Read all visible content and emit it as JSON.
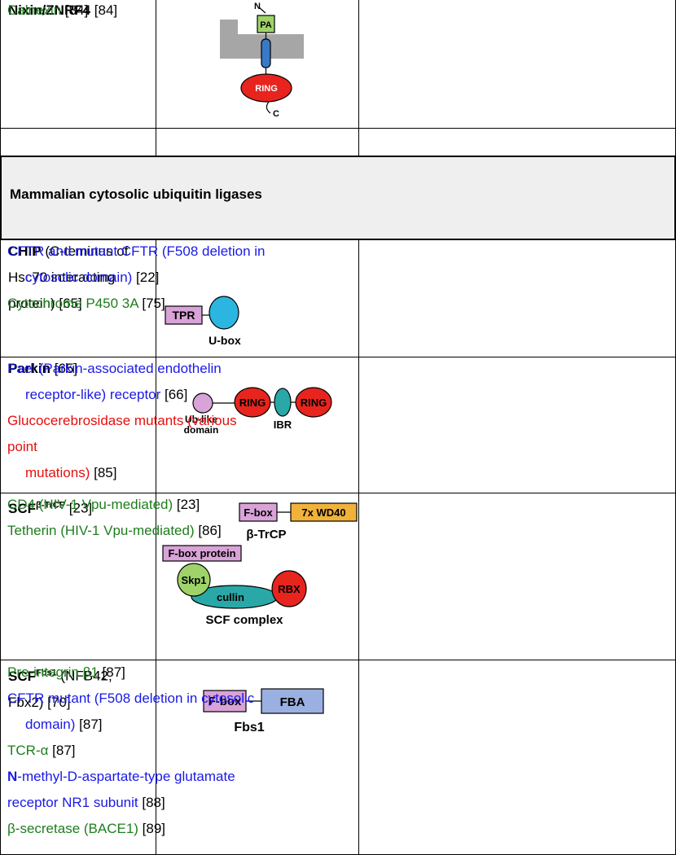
{
  "rows": {
    "nixin": {
      "name": "Nixin/ZNRF4",
      "ref": " [84]",
      "diagram": {
        "n_label": "N",
        "pa_label": "PA",
        "ring_label": "RING",
        "c_label": "C"
      },
      "substrates": [
        {
          "text": "Calnexin",
          "ref": " [84]"
        }
      ]
    },
    "section": {
      "title": "Mammalian cytosolic ubiquitin ligases"
    },
    "chip": {
      "name_bold": "CHIP",
      "name_rest_1": " (C-teminus of",
      "name_rest_2": "Hsc70 interacting",
      "name_rest_3": "protein) [65]",
      "diagram": {
        "tpr_label": "TPR",
        "ubox_label": "U-box"
      },
      "substrates": [
        {
          "line1": "CFTR and mutant CFTR (F508 deletion in",
          "line2": "cytosolic domain)",
          "ref": " [22]"
        },
        {
          "text": "Cytochrome P450 3A",
          "ref": " [75]"
        }
      ]
    },
    "parkin": {
      "name_bold": "Parkin",
      "ref": " [65]",
      "diagram": {
        "ring1_label": "RING",
        "ibr_label": "IBR",
        "ring2_label": "RING",
        "ubl_label_1": "Ub-like",
        "ubl_label_2": "domain"
      },
      "substrates": [
        {
          "line1": "Pael (Parkin-associated endothelin",
          "line2": "receptor-like) receptor",
          "ref": " [66]"
        },
        {
          "line1": "Glucocerebrosidase mutants (various",
          "line2": "point",
          "line3": "mutations)",
          "ref": " [85]"
        }
      ]
    },
    "scf_btrcp": {
      "name_bold": "SCF",
      "name_sup": "β-TrCP",
      "ref": " [23]",
      "diagram": {
        "fbox_label": "F-box",
        "wd40_label": "7x WD40",
        "btrcp_label": "β-TrCP",
        "fbox_protein_label": "F-box protein",
        "skp1_label": "Skp1",
        "cullin_label": "cullin",
        "rbx_label": "RBX",
        "complex_label": "SCF complex"
      },
      "substrates": [
        {
          "text": "CD4 (HIV-1 Vpu-mediated)",
          "ref": " [23]"
        },
        {
          "text": "Tetherin (HIV-1 Vpu-mediated)",
          "ref": " [86]"
        }
      ]
    },
    "scf_fbs1": {
      "name_bold": "SCF",
      "name_sup": "Fbs1",
      "name_rest_1": " (NFB42,",
      "name_rest_2": "Fbx2) [70]",
      "diagram": {
        "fbox_label": "F-box",
        "fba_label": "FBA",
        "fbs1_label": "Fbs1"
      },
      "substrates": [
        {
          "text": "Pre-integrin β1",
          "ref": " [87]"
        },
        {
          "line1": "CFTR mutant (F508 deletion in cytosolic",
          "line2": "domain)",
          "ref": " [87]"
        },
        {
          "text": "TCR-α",
          "ref": " [87]"
        },
        {
          "bold_start": "N",
          "line1_rest": "-methyl-D-aspartate-type glutamate",
          "line2": "receptor NR1 subunit",
          "ref": " [88]"
        },
        {
          "text": "β-secretase (BACE1)",
          "ref": " [89]"
        }
      ]
    }
  },
  "colors": {
    "membrane_substrate": "#1a1ae6",
    "er_lumen_substrate": "#1e7d1e",
    "mutant_substrate": "#e60f0f",
    "ring": "#e8241e",
    "ubox": "#2ab6e0",
    "pink_box": "#d9a3d8",
    "pa_box": "#9fd36a",
    "wd40": "#f0b23a",
    "cullin": "#2aa8a8",
    "skp1": "#9fd36a",
    "fba": "#9ab0e0",
    "membrane_grey": "#a6a6a6"
  }
}
